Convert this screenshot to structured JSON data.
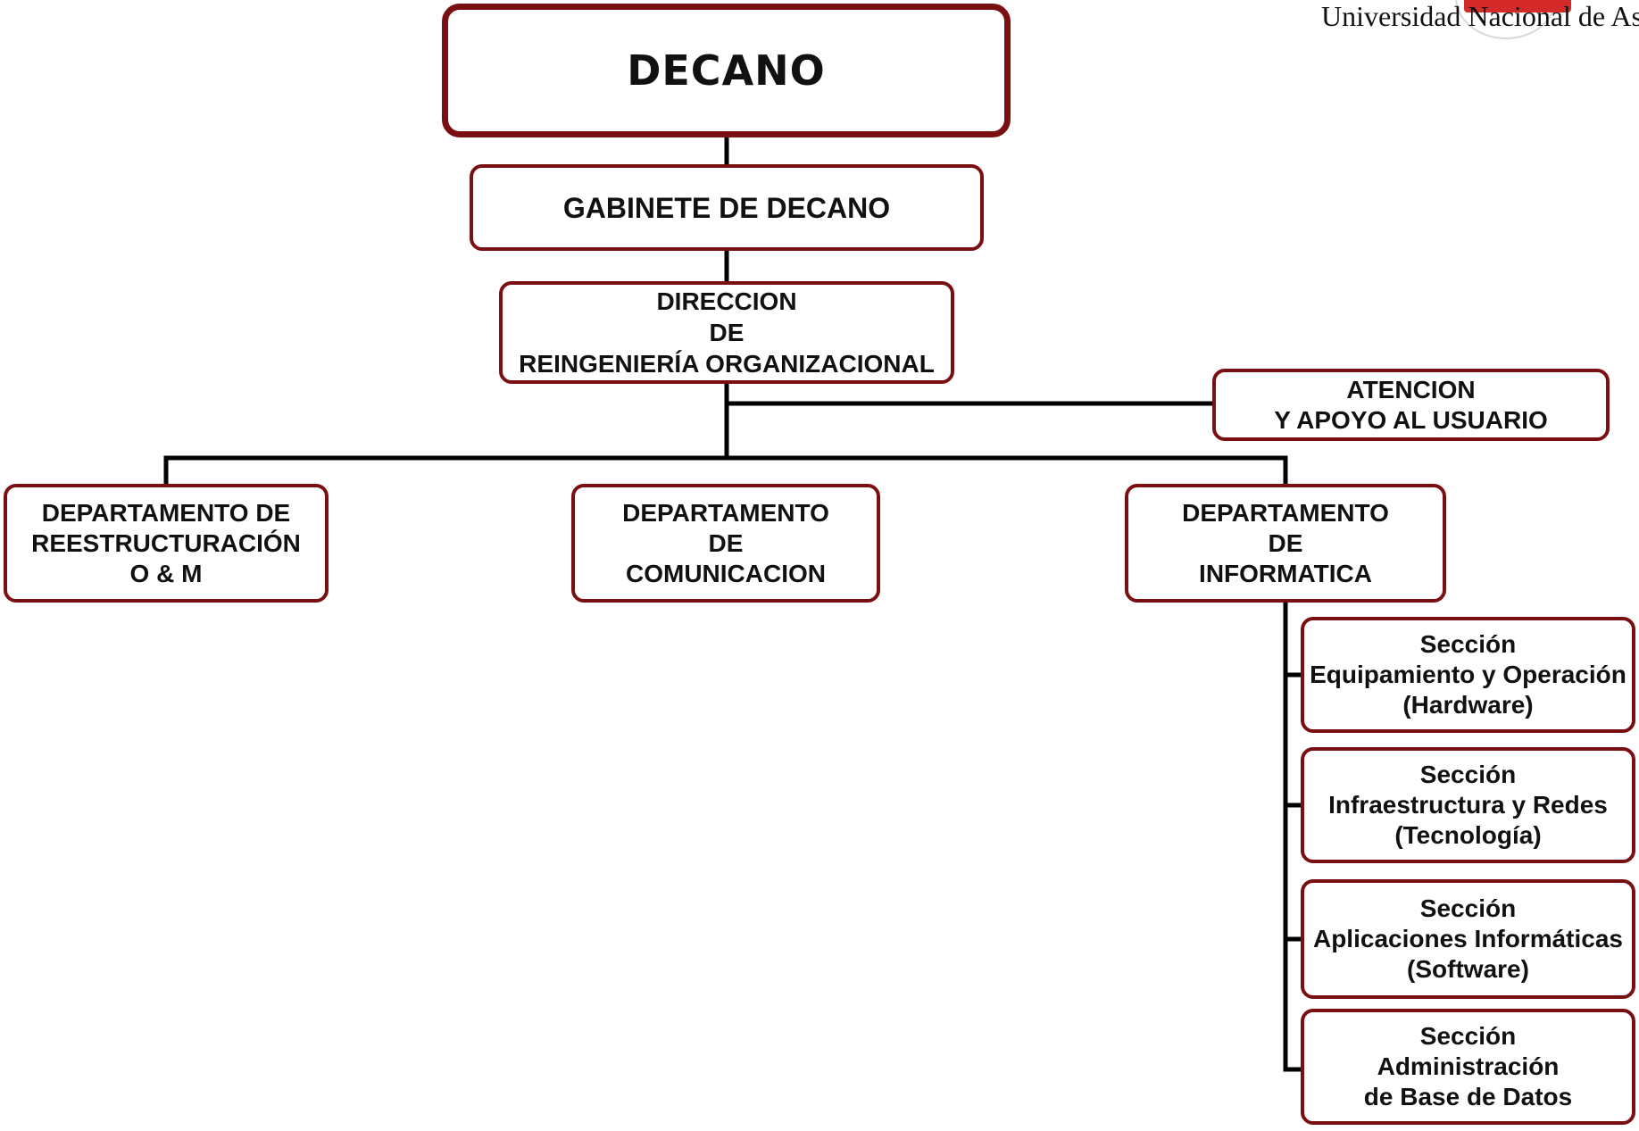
{
  "logo": {
    "text": "Universidad Nacional de Asun"
  },
  "org": {
    "decano": [
      "DECANO"
    ],
    "gabinete": [
      "GABINETE DE DECANO"
    ],
    "direccion": [
      "DIRECCION",
      "DE",
      "REINGENIERÍA ORGANIZACIONAL"
    ],
    "atencion": [
      "ATENCION",
      "Y APOYO AL USUARIO"
    ],
    "dept_reestructuracion": [
      "DEPARTAMENTO DE",
      "REESTRUCTURACIÓN",
      "O & M"
    ],
    "dept_comunicacion": [
      "DEPARTAMENTO",
      "DE",
      "COMUNICACION"
    ],
    "dept_informatica": [
      "DEPARTAMENTO",
      "DE",
      "INFORMATICA"
    ],
    "sec_hardware": [
      "Sección",
      "Equipamiento y Operación",
      "(Hardware)"
    ],
    "sec_redes": [
      "Sección",
      "Infraestructura y Redes",
      "(Tecnología)"
    ],
    "sec_software": [
      "Sección",
      "Aplicaciones Informáticas",
      "(Software)"
    ],
    "sec_datos": [
      "Sección",
      "Administración",
      "de Base de Datos"
    ]
  },
  "colors": {
    "box_border": "#7a0f12",
    "connector": "#000000",
    "text": "#111111"
  }
}
